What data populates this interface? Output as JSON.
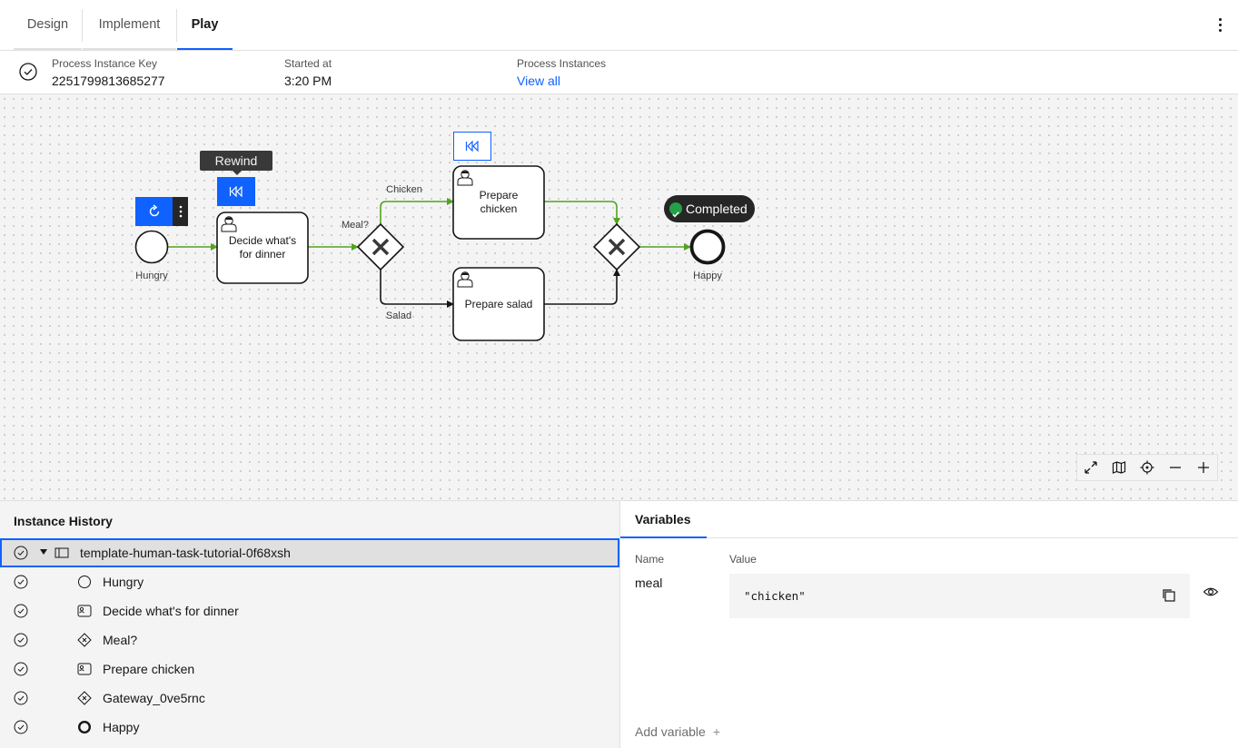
{
  "tabs": [
    {
      "label": "Design"
    },
    {
      "label": "Implement"
    },
    {
      "label": "Play"
    }
  ],
  "info": {
    "key_label": "Process Instance Key",
    "key_value": "2251799813685277",
    "started_label": "Started at",
    "started_value": "3:20 PM",
    "instances_label": "Process Instances",
    "instances_link": "View all"
  },
  "diagram": {
    "tooltip": "Rewind",
    "completed_badge": "Completed",
    "start_event": "Hungry",
    "task_decide": [
      "Decide what's",
      "for dinner"
    ],
    "gateway_label": "Meal?",
    "flow_chicken": "Chicken",
    "flow_salad": "Salad",
    "task_chicken": [
      "Prepare",
      "chicken"
    ],
    "task_salad": "Prepare salad",
    "end_event": "Happy",
    "colors": {
      "active_flow": "#53a31f",
      "primary": "#0f62fe"
    }
  },
  "history": {
    "title": "Instance History",
    "rows": [
      {
        "label": "template-human-task-tutorial-0f68xsh",
        "icon": "process-icon"
      },
      {
        "label": "Hungry",
        "icon": "start-event-icon"
      },
      {
        "label": "Decide what's for dinner",
        "icon": "user-task-icon"
      },
      {
        "label": "Meal?",
        "icon": "gateway-icon"
      },
      {
        "label": "Prepare chicken",
        "icon": "user-task-icon"
      },
      {
        "label": "Gateway_0ve5rnc",
        "icon": "gateway-icon"
      },
      {
        "label": "Happy",
        "icon": "end-event-icon"
      }
    ]
  },
  "variables": {
    "tab": "Variables",
    "name_header": "Name",
    "value_header": "Value",
    "items": [
      {
        "name": "meal",
        "value": "\"chicken\""
      }
    ],
    "add_label": "Add variable",
    "add_plus": "+"
  }
}
